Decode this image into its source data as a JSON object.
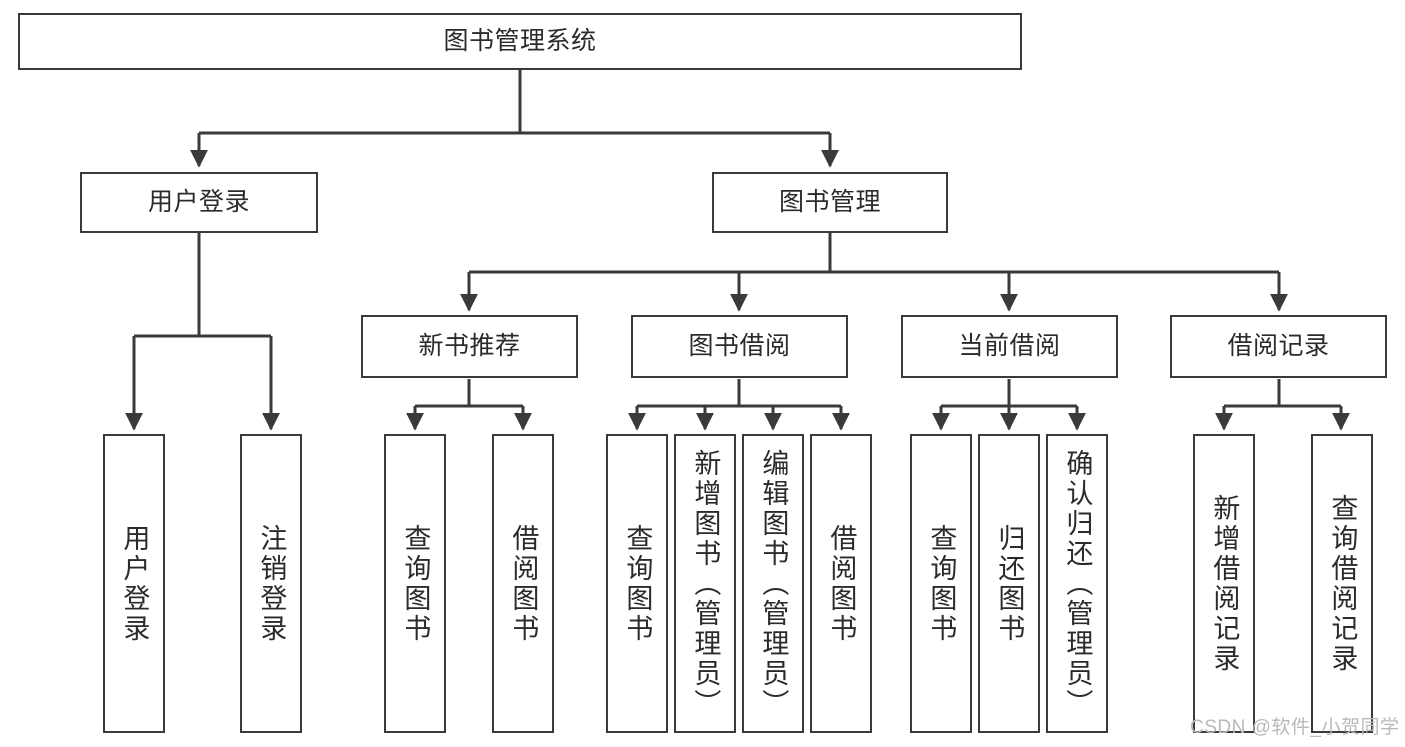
{
  "diagram": {
    "title": "图书管理系统",
    "watermark": "CSDN @软件_小贺同学",
    "colors": {
      "background": "#ffffff",
      "box_border": "#3a3a3a",
      "box_fill": "#ffffff",
      "text": "#2b2b2b",
      "edge": "#3a3a3a",
      "watermark": "#b9b9b9"
    },
    "nodes": {
      "root": {
        "label": "图书管理系统"
      },
      "level2": [
        {
          "label": "用户登录"
        },
        {
          "label": "图书管理"
        }
      ],
      "level3": [
        {
          "label": "新书推荐"
        },
        {
          "label": "图书借阅"
        },
        {
          "label": "当前借阅"
        },
        {
          "label": "借阅记录"
        }
      ],
      "leaves": {
        "user_login": [
          {
            "label": "用户登录"
          },
          {
            "label": "注销登录"
          }
        ],
        "new_book_recommend": [
          {
            "label": "查询图书"
          },
          {
            "label": "借阅图书"
          }
        ],
        "book_borrow": [
          {
            "label": "查询图书"
          },
          {
            "label": "新增图书（管理员）"
          },
          {
            "label": "编辑图书（管理员）"
          },
          {
            "label": "借阅图书"
          }
        ],
        "current_borrow": [
          {
            "label": "查询图书"
          },
          {
            "label": "归还图书"
          },
          {
            "label": "确认归还（管理员）"
          }
        ],
        "borrow_record": [
          {
            "label": "新增借阅记录"
          },
          {
            "label": "查询借阅记录"
          }
        ]
      }
    }
  }
}
